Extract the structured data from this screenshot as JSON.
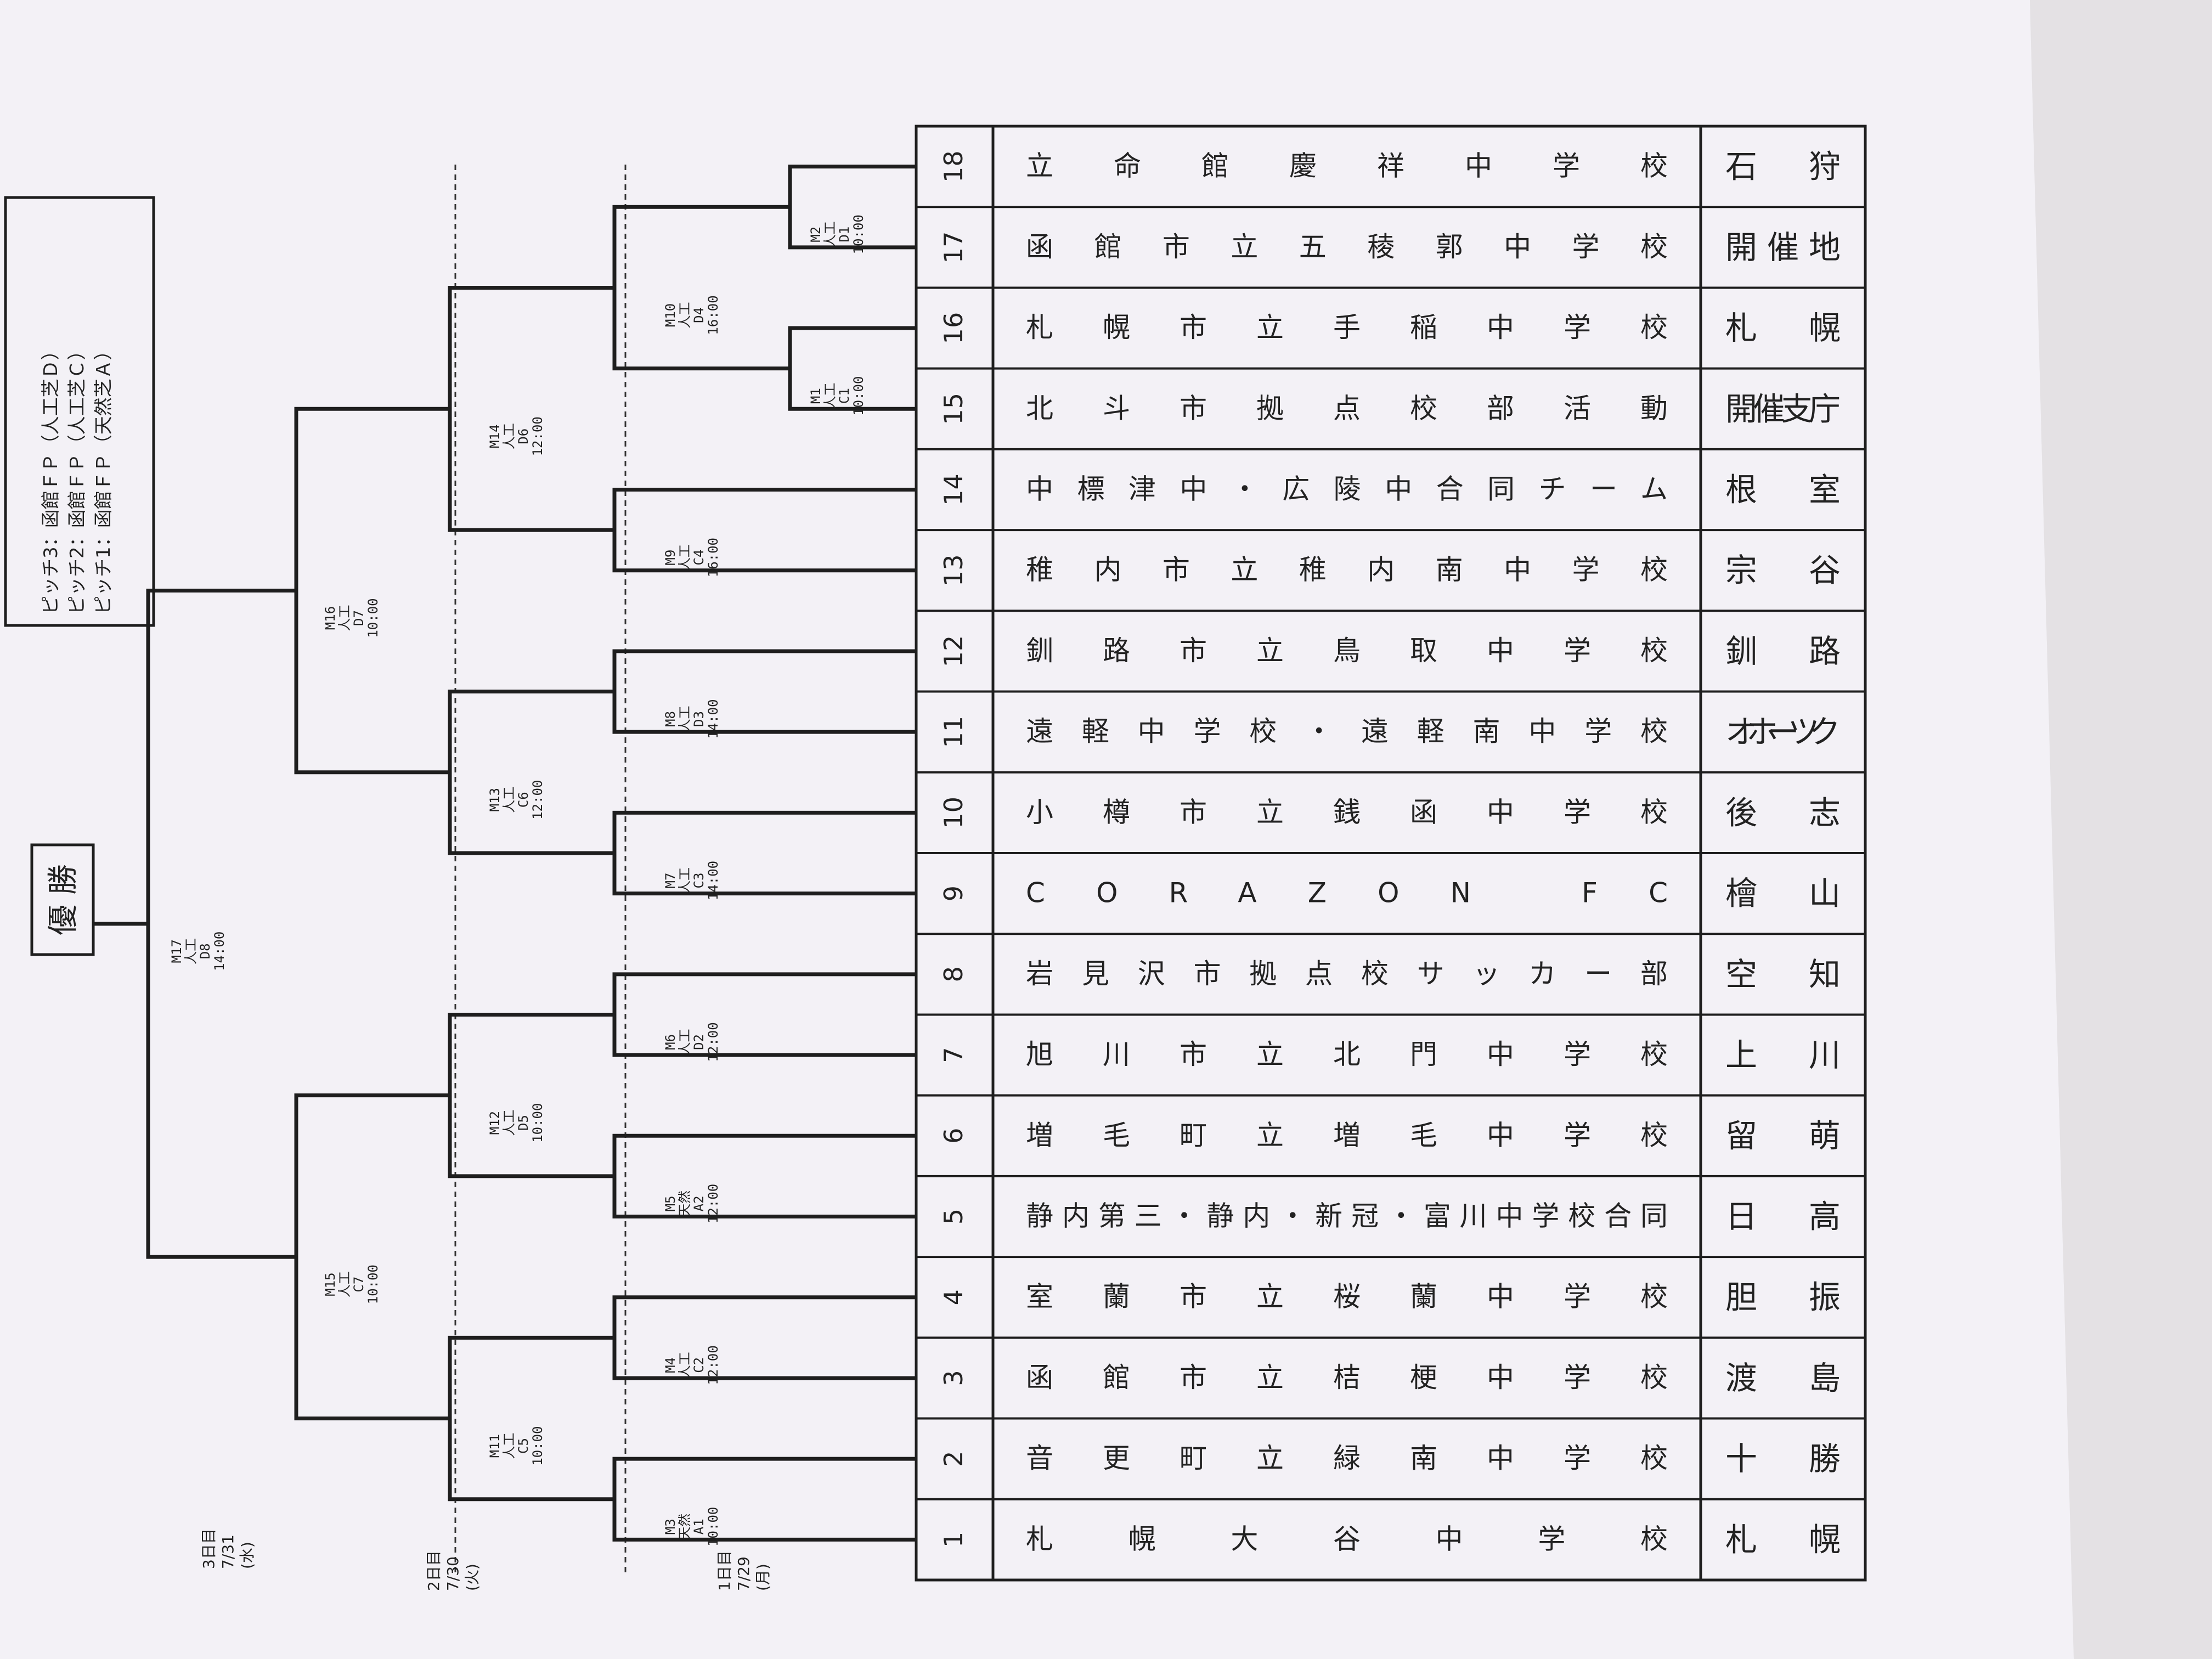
{
  "legend": [
    "ピッチ1：函館ＦＰ（天然芝Ａ）",
    "ピッチ2：函館ＦＰ（人工芝Ｃ）",
    "ピッチ3：函館ＦＰ（人工芝Ｄ）"
  ],
  "champion_label": "優 勝",
  "days": [
    {
      "label": "3日目",
      "date": "7/31",
      "dow": "(水)"
    },
    {
      "label": "2日目",
      "date": "7/30",
      "dow": "(火)"
    },
    {
      "label": "1日目",
      "date": "7/29",
      "dow": "(月)"
    }
  ],
  "teams": [
    {
      "num": "1",
      "school": "札幌大谷中学校",
      "region": "札幌"
    },
    {
      "num": "2",
      "school": "音更町立緑南中学校",
      "region": "十勝"
    },
    {
      "num": "3",
      "school": "函館市立桔梗中学校",
      "region": "渡島"
    },
    {
      "num": "4",
      "school": "室蘭市立桜蘭中学校",
      "region": "胆振"
    },
    {
      "num": "5",
      "school": "静内第三・静内・新冠・富川中学校合同",
      "region": "日高"
    },
    {
      "num": "6",
      "school": "増毛町立増毛中学校",
      "region": "留萌"
    },
    {
      "num": "7",
      "school": "旭川市立北門中学校",
      "region": "上川"
    },
    {
      "num": "8",
      "school": "岩見沢市拠点校サッカー部",
      "region": "空知"
    },
    {
      "num": "9",
      "school": "CORAZON FC",
      "region": "檜山"
    },
    {
      "num": "10",
      "school": "小樽市立銭函中学校",
      "region": "後志"
    },
    {
      "num": "11",
      "school": "遠軽中学校・遠軽南中学校",
      "region": "オホーツク"
    },
    {
      "num": "12",
      "school": "釧路市立鳥取中学校",
      "region": "釧路"
    },
    {
      "num": "13",
      "school": "稚内市立稚内南中学校",
      "region": "宗谷"
    },
    {
      "num": "14",
      "school": "中標津中・広陵中合同チーム",
      "region": "根室"
    },
    {
      "num": "15",
      "school": "北斗市拠点校部活動",
      "region": "開催支庁"
    },
    {
      "num": "16",
      "school": "札幌市立手稲中学校",
      "region": "札幌"
    },
    {
      "num": "17",
      "school": "函館市立五稜郭中学校",
      "region": "開催地"
    },
    {
      "num": "18",
      "school": "立命館慶祥中学校",
      "region": "石狩"
    }
  ],
  "matches": {
    "M1": [
      "M1",
      "人工",
      "C1",
      "10:00"
    ],
    "M2": [
      "M2",
      "人工",
      "D1",
      "10:00"
    ],
    "M3": [
      "M3",
      "天然",
      "A1",
      "10:00"
    ],
    "M4": [
      "M4",
      "人工",
      "C2",
      "12:00"
    ],
    "M5": [
      "M5",
      "天然",
      "A2",
      "12:00"
    ],
    "M6": [
      "M6",
      "人工",
      "D2",
      "12:00"
    ],
    "M7": [
      "M7",
      "人工",
      "C3",
      "14:00"
    ],
    "M8": [
      "M8",
      "人工",
      "D3",
      "14:00"
    ],
    "M9": [
      "M9",
      "人工",
      "C4",
      "16:00"
    ],
    "M10": [
      "M10",
      "人工",
      "D4",
      "16:00"
    ],
    "M11": [
      "M11",
      "人工",
      "C5",
      "10:00"
    ],
    "M12": [
      "M12",
      "人工",
      "D5",
      "10:00"
    ],
    "M13": [
      "M13",
      "人工",
      "C6",
      "12:00"
    ],
    "M14": [
      "M14",
      "人工",
      "D6",
      "12:00"
    ],
    "M15": [
      "M15",
      "人工",
      "C7",
      "10:00"
    ],
    "M16": [
      "M16",
      "人工",
      "D7",
      "10:00"
    ],
    "M17": [
      "M17",
      "人工",
      "D8",
      "14:00"
    ]
  },
  "colors": {
    "ink": "#1e1e1e",
    "paper": "#f3f1f6",
    "background": "#e9e6ea"
  }
}
